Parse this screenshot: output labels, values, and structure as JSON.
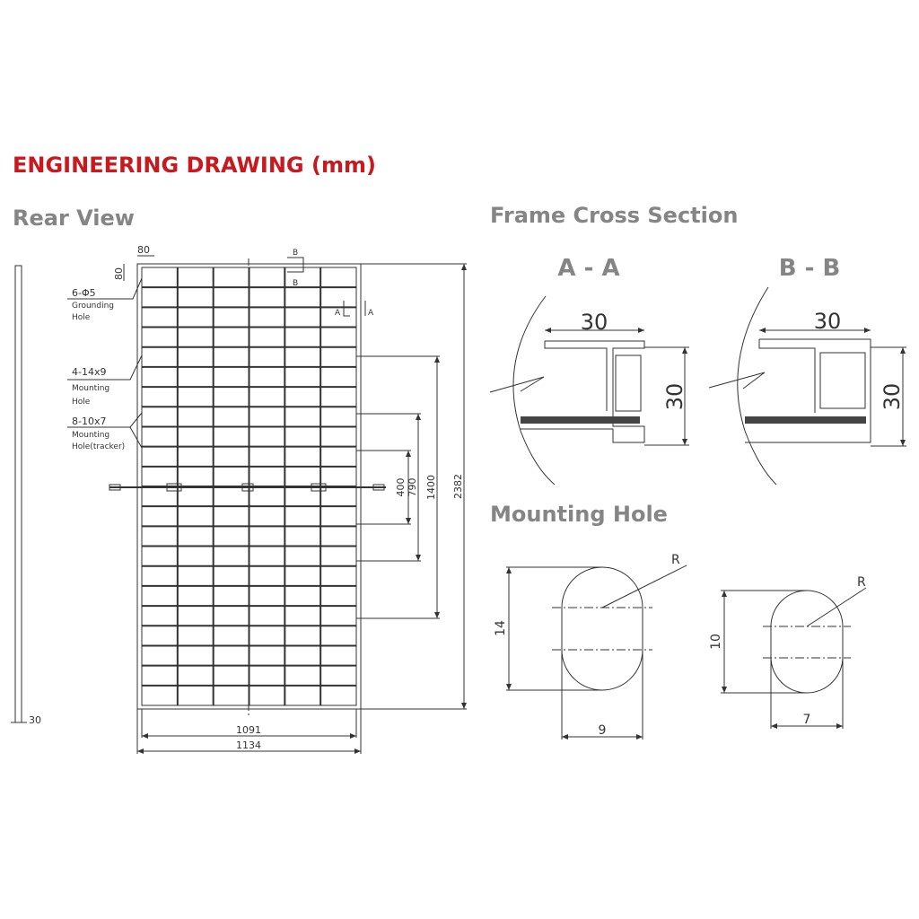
{
  "title": "ENGINEERING DRAWING (mm)",
  "sections": {
    "rear_view": "Rear View",
    "frame_cross_section": "Frame Cross Section",
    "mounting_hole": "Mounting Hole"
  },
  "rear_view": {
    "corner_w": "80",
    "corner_h": "80",
    "section_b": "B",
    "section_a": "A",
    "annotations": [
      {
        "spec": "6-Φ5",
        "line1": "Grounding",
        "line2": "Hole"
      },
      {
        "spec": "4-14x9",
        "line1": "Mounting",
        "line2": "Hole"
      },
      {
        "spec": "8-10x7",
        "line1": "Mounting",
        "line2": "Hole(tracker)"
      }
    ],
    "dims": {
      "inner_width": "1091",
      "outer_width": "1134",
      "height": "2382",
      "d1400": "1400",
      "d790": "790",
      "d400": "400",
      "thickness": "30"
    }
  },
  "cross_sections": [
    {
      "label": "A - A",
      "width": "30",
      "height": "30"
    },
    {
      "label": "B - B",
      "width": "30",
      "height": "30"
    }
  ],
  "mounting_holes": [
    {
      "radius_label": "R",
      "height": "14",
      "width": "9"
    },
    {
      "radius_label": "R",
      "height": "10",
      "width": "7"
    }
  ]
}
